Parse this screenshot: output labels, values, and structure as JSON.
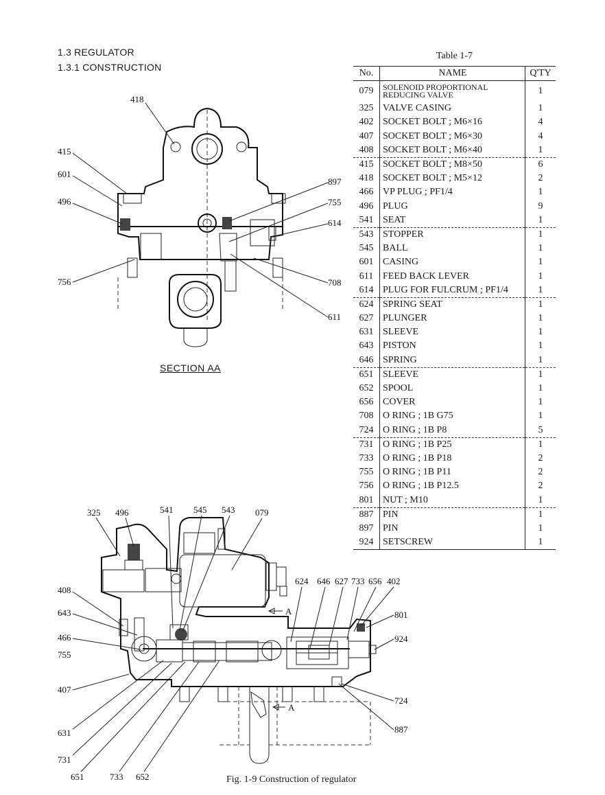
{
  "headings": {
    "section": "1.3  REGULATOR",
    "subsection": "1.3.1  CONSTRUCTION"
  },
  "table": {
    "caption": "Table 1-7",
    "headers": {
      "no": "No.",
      "name": "NAME",
      "qty": "Q'TY"
    },
    "rows": [
      {
        "no": "079",
        "name": "SOLENOID PROPORTIONAL REDUCING VALVE",
        "qty": "1"
      },
      {
        "no": "325",
        "name": "VALVE CASING",
        "qty": "1"
      },
      {
        "no": "402",
        "name": "SOCKET BOLT ; M6×16",
        "qty": "4"
      },
      {
        "no": "407",
        "name": "SOCKET BOLT ; M6×30",
        "qty": "4"
      },
      {
        "no": "408",
        "name": "SOCKET BOLT ; M6×40",
        "qty": "1"
      },
      {
        "no": "415",
        "name": "SOCKET BOLT ; M8×50",
        "qty": "6"
      },
      {
        "no": "418",
        "name": "SOCKET BOLT ; M5×12",
        "qty": "2"
      },
      {
        "no": "466",
        "name": "VP PLUG ; PF1/4",
        "qty": "1"
      },
      {
        "no": "496",
        "name": "PLUG",
        "qty": "9"
      },
      {
        "no": "541",
        "name": "SEAT",
        "qty": "1"
      },
      {
        "no": "543",
        "name": "STOPPER",
        "qty": "1"
      },
      {
        "no": "545",
        "name": "BALL",
        "qty": "1"
      },
      {
        "no": "601",
        "name": "CASING",
        "qty": "1"
      },
      {
        "no": "611",
        "name": "FEED BACK LEVER",
        "qty": "1"
      },
      {
        "no": "614",
        "name": "PLUG FOR FULCRUM ; PF1/4",
        "qty": "1"
      },
      {
        "no": "624",
        "name": "SPRING SEAT",
        "qty": "1"
      },
      {
        "no": "627",
        "name": "PLUNGER",
        "qty": "1"
      },
      {
        "no": "631",
        "name": "SLEEVE",
        "qty": "1"
      },
      {
        "no": "643",
        "name": "PISTON",
        "qty": "1"
      },
      {
        "no": "646",
        "name": "SPRING",
        "qty": "1"
      },
      {
        "no": "651",
        "name": "SLEEVE",
        "qty": "1"
      },
      {
        "no": "652",
        "name": "SPOOL",
        "qty": "1"
      },
      {
        "no": "656",
        "name": "COVER",
        "qty": "1"
      },
      {
        "no": "708",
        "name": "O RING ; 1B    G75",
        "qty": "1"
      },
      {
        "no": "724",
        "name": "O RING ; 1B    P8",
        "qty": "5"
      },
      {
        "no": "731",
        "name": "O RING ; 1B    P25",
        "qty": "1"
      },
      {
        "no": "733",
        "name": "O RING ; 1B    P18",
        "qty": "2"
      },
      {
        "no": "755",
        "name": "O RING ; 1B    P11",
        "qty": "2"
      },
      {
        "no": "756",
        "name": "O RING ; 1B    P12.5",
        "qty": "2"
      },
      {
        "no": "801",
        "name": "NUT ; M10",
        "qty": "1"
      },
      {
        "no": "887",
        "name": "PIN",
        "qty": "1"
      },
      {
        "no": "897",
        "name": "PIN",
        "qty": "1"
      },
      {
        "no": "924",
        "name": "SETSCREW",
        "qty": "1"
      }
    ]
  },
  "section_view": {
    "label": "SECTION    AA",
    "callouts": [
      "418",
      "415",
      "601",
      "496",
      "756",
      "897",
      "755",
      "614",
      "708",
      "611"
    ]
  },
  "main_view": {
    "callouts": [
      "325",
      "496",
      "541",
      "545",
      "543",
      "079",
      "624",
      "646",
      "627",
      "733",
      "656",
      "402",
      "408",
      "643",
      "466",
      "755",
      "407",
      "801",
      "924",
      "724",
      "887",
      "631",
      "731",
      "651",
      "733",
      "652"
    ],
    "section_marker": "A"
  },
  "figure_caption": "Fig. 1-9    Construction of regulator"
}
